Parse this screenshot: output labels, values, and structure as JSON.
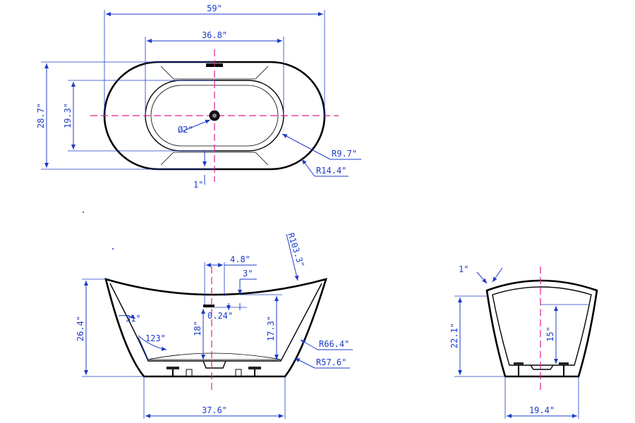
{
  "top_view": {
    "overall_length": "59\"",
    "inner_length": "36.8\"",
    "overall_width": "28.7\"",
    "inner_width": "19.3\"",
    "drain_diameter": "Ø2\"",
    "inner_radius": "R9.7\"",
    "outer_radius": "R14.4\"",
    "rim_offset": "1\""
  },
  "side_view": {
    "overflow_offset": "4.8\"",
    "overflow_height": "3\"",
    "arc_radius": "R103.3\"",
    "overall_height": "26.4\"",
    "wall_angle": "31°",
    "inner_angle": "123°",
    "drain_height": "18\"",
    "overflow_dia": "0.24\"",
    "water_depth": "17.3\"",
    "inner_radius": "R66.4\"",
    "outer_radius": "R57.6\"",
    "base_length": "37.6\""
  },
  "end_view": {
    "rim_thickness": "1\"",
    "overall_height": "22.1\"",
    "inner_depth": "15\"",
    "base_width": "19.4\""
  },
  "colors": {
    "dimension": "#1e3cc8",
    "centerline": "#e0208c",
    "outline": "#000000"
  }
}
